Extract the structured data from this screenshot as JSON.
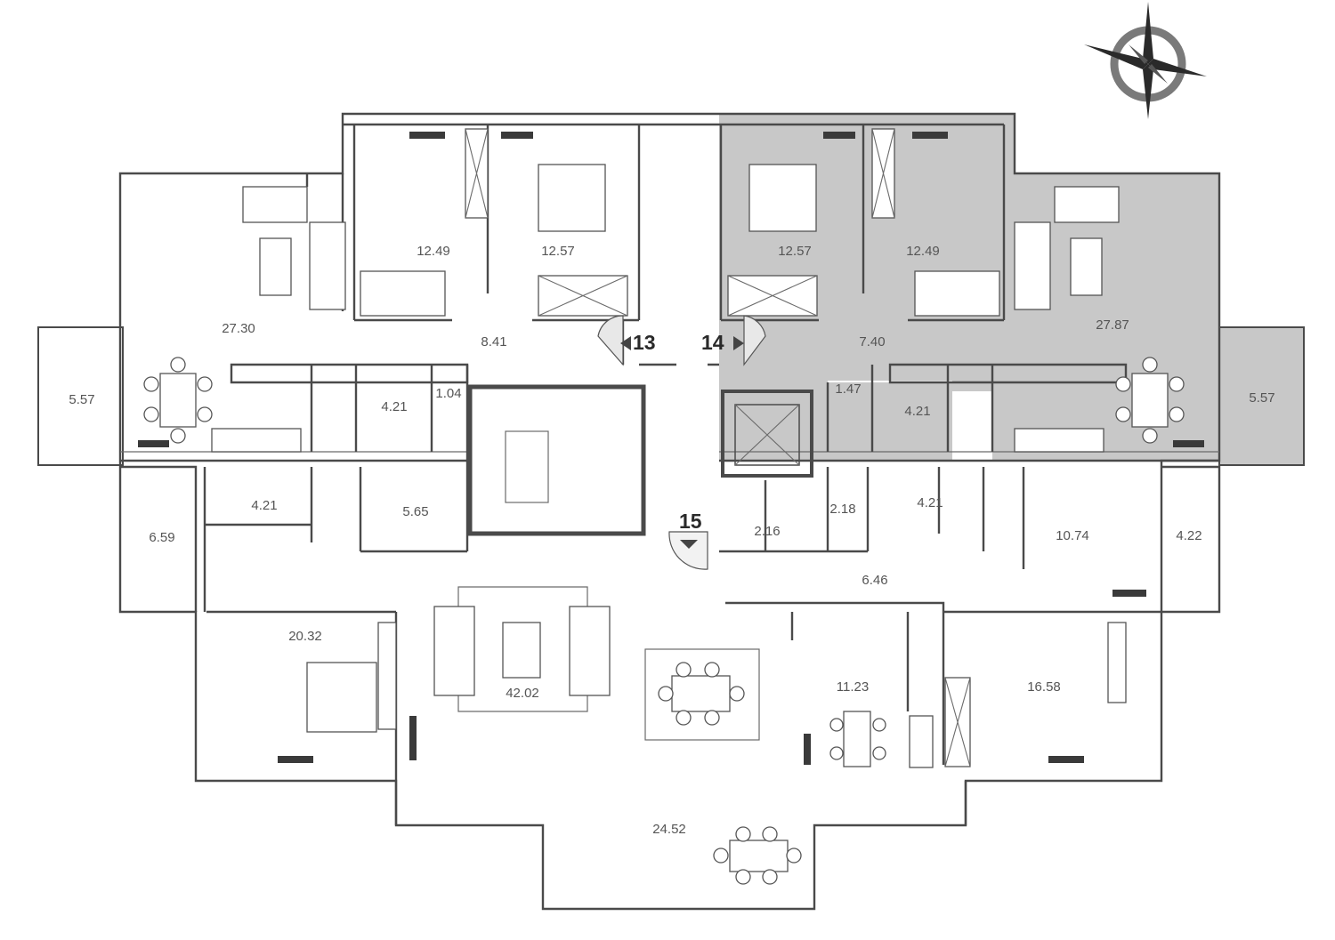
{
  "colors": {
    "wall": "#4a4a4a",
    "highlight": "#c8c8c8",
    "text": "#555555",
    "background": "#ffffff"
  },
  "compass": {
    "icon": "compass-rose-icon"
  },
  "apartments": [
    {
      "id": "13",
      "label": "13",
      "direction": "left"
    },
    {
      "id": "14",
      "label": "14",
      "direction": "right",
      "highlighted": true
    },
    {
      "id": "15",
      "label": "15",
      "direction": "down"
    }
  ],
  "areas": {
    "a_27_30": "27.30",
    "a_12_49_left": "12.49",
    "a_12_57_left": "12.57",
    "a_8_41": "8.41",
    "a_5_57_left": "5.57",
    "a_4_21_a": "4.21",
    "a_1_04": "1.04",
    "a_12_57_right": "12.57",
    "a_12_49_right": "12.49",
    "a_27_87": "27.87",
    "a_7_40": "7.40",
    "a_1_47": "1.47",
    "a_4_21_b": "4.21",
    "a_5_57_right": "5.57",
    "a_6_59": "6.59",
    "a_4_21_c": "4.21",
    "a_5_65": "5.65",
    "a_2_16": "2.16",
    "a_2_18": "2.18",
    "a_4_21_d": "4.21",
    "a_10_74": "10.74",
    "a_4_22": "4.22",
    "a_6_46": "6.46",
    "a_20_32": "20.32",
    "a_42_02": "42.02",
    "a_11_23": "11.23",
    "a_16_58": "16.58",
    "a_24_52": "24.52"
  }
}
